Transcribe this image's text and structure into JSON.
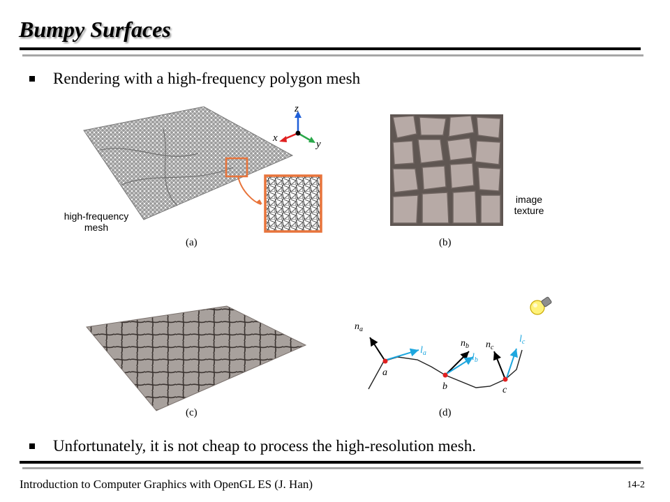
{
  "slide": {
    "title": "Bumpy Surfaces",
    "bullets": [
      "Rendering with a high-frequency polygon mesh",
      "Unfortunately, it is not cheap to process the high-resolution mesh."
    ]
  },
  "figures": {
    "a": {
      "caption": "(a)",
      "mesh_label_line1": "high-frequency",
      "mesh_label_line2": "mesh",
      "axes": {
        "x": "x",
        "y": "y",
        "z": "z"
      }
    },
    "b": {
      "caption": "(b)",
      "texture_label_line1": "image",
      "texture_label_line2": "texture"
    },
    "c": {
      "caption": "(c)"
    },
    "d": {
      "caption": "(d)",
      "points": [
        "a",
        "b",
        "c"
      ],
      "normals": [
        "n",
        "n",
        "n"
      ],
      "normal_subs": [
        "a",
        "b",
        "c"
      ],
      "lights": [
        "l",
        "l",
        "l"
      ],
      "light_subs": [
        "a",
        "b",
        "c"
      ]
    }
  },
  "footer": {
    "course": "Introduction to Computer Graphics with OpenGL ES (J. Han)",
    "page": "14-2"
  },
  "colors": {
    "accent_orange": "#e8743b",
    "light_blue": "#1ea7df",
    "point_red": "#e02020",
    "axis_x": "#e02020",
    "axis_y": "#2aa84a",
    "axis_z": "#1f5fd8"
  },
  "icons": {
    "bulb": "lightbulb-icon"
  }
}
